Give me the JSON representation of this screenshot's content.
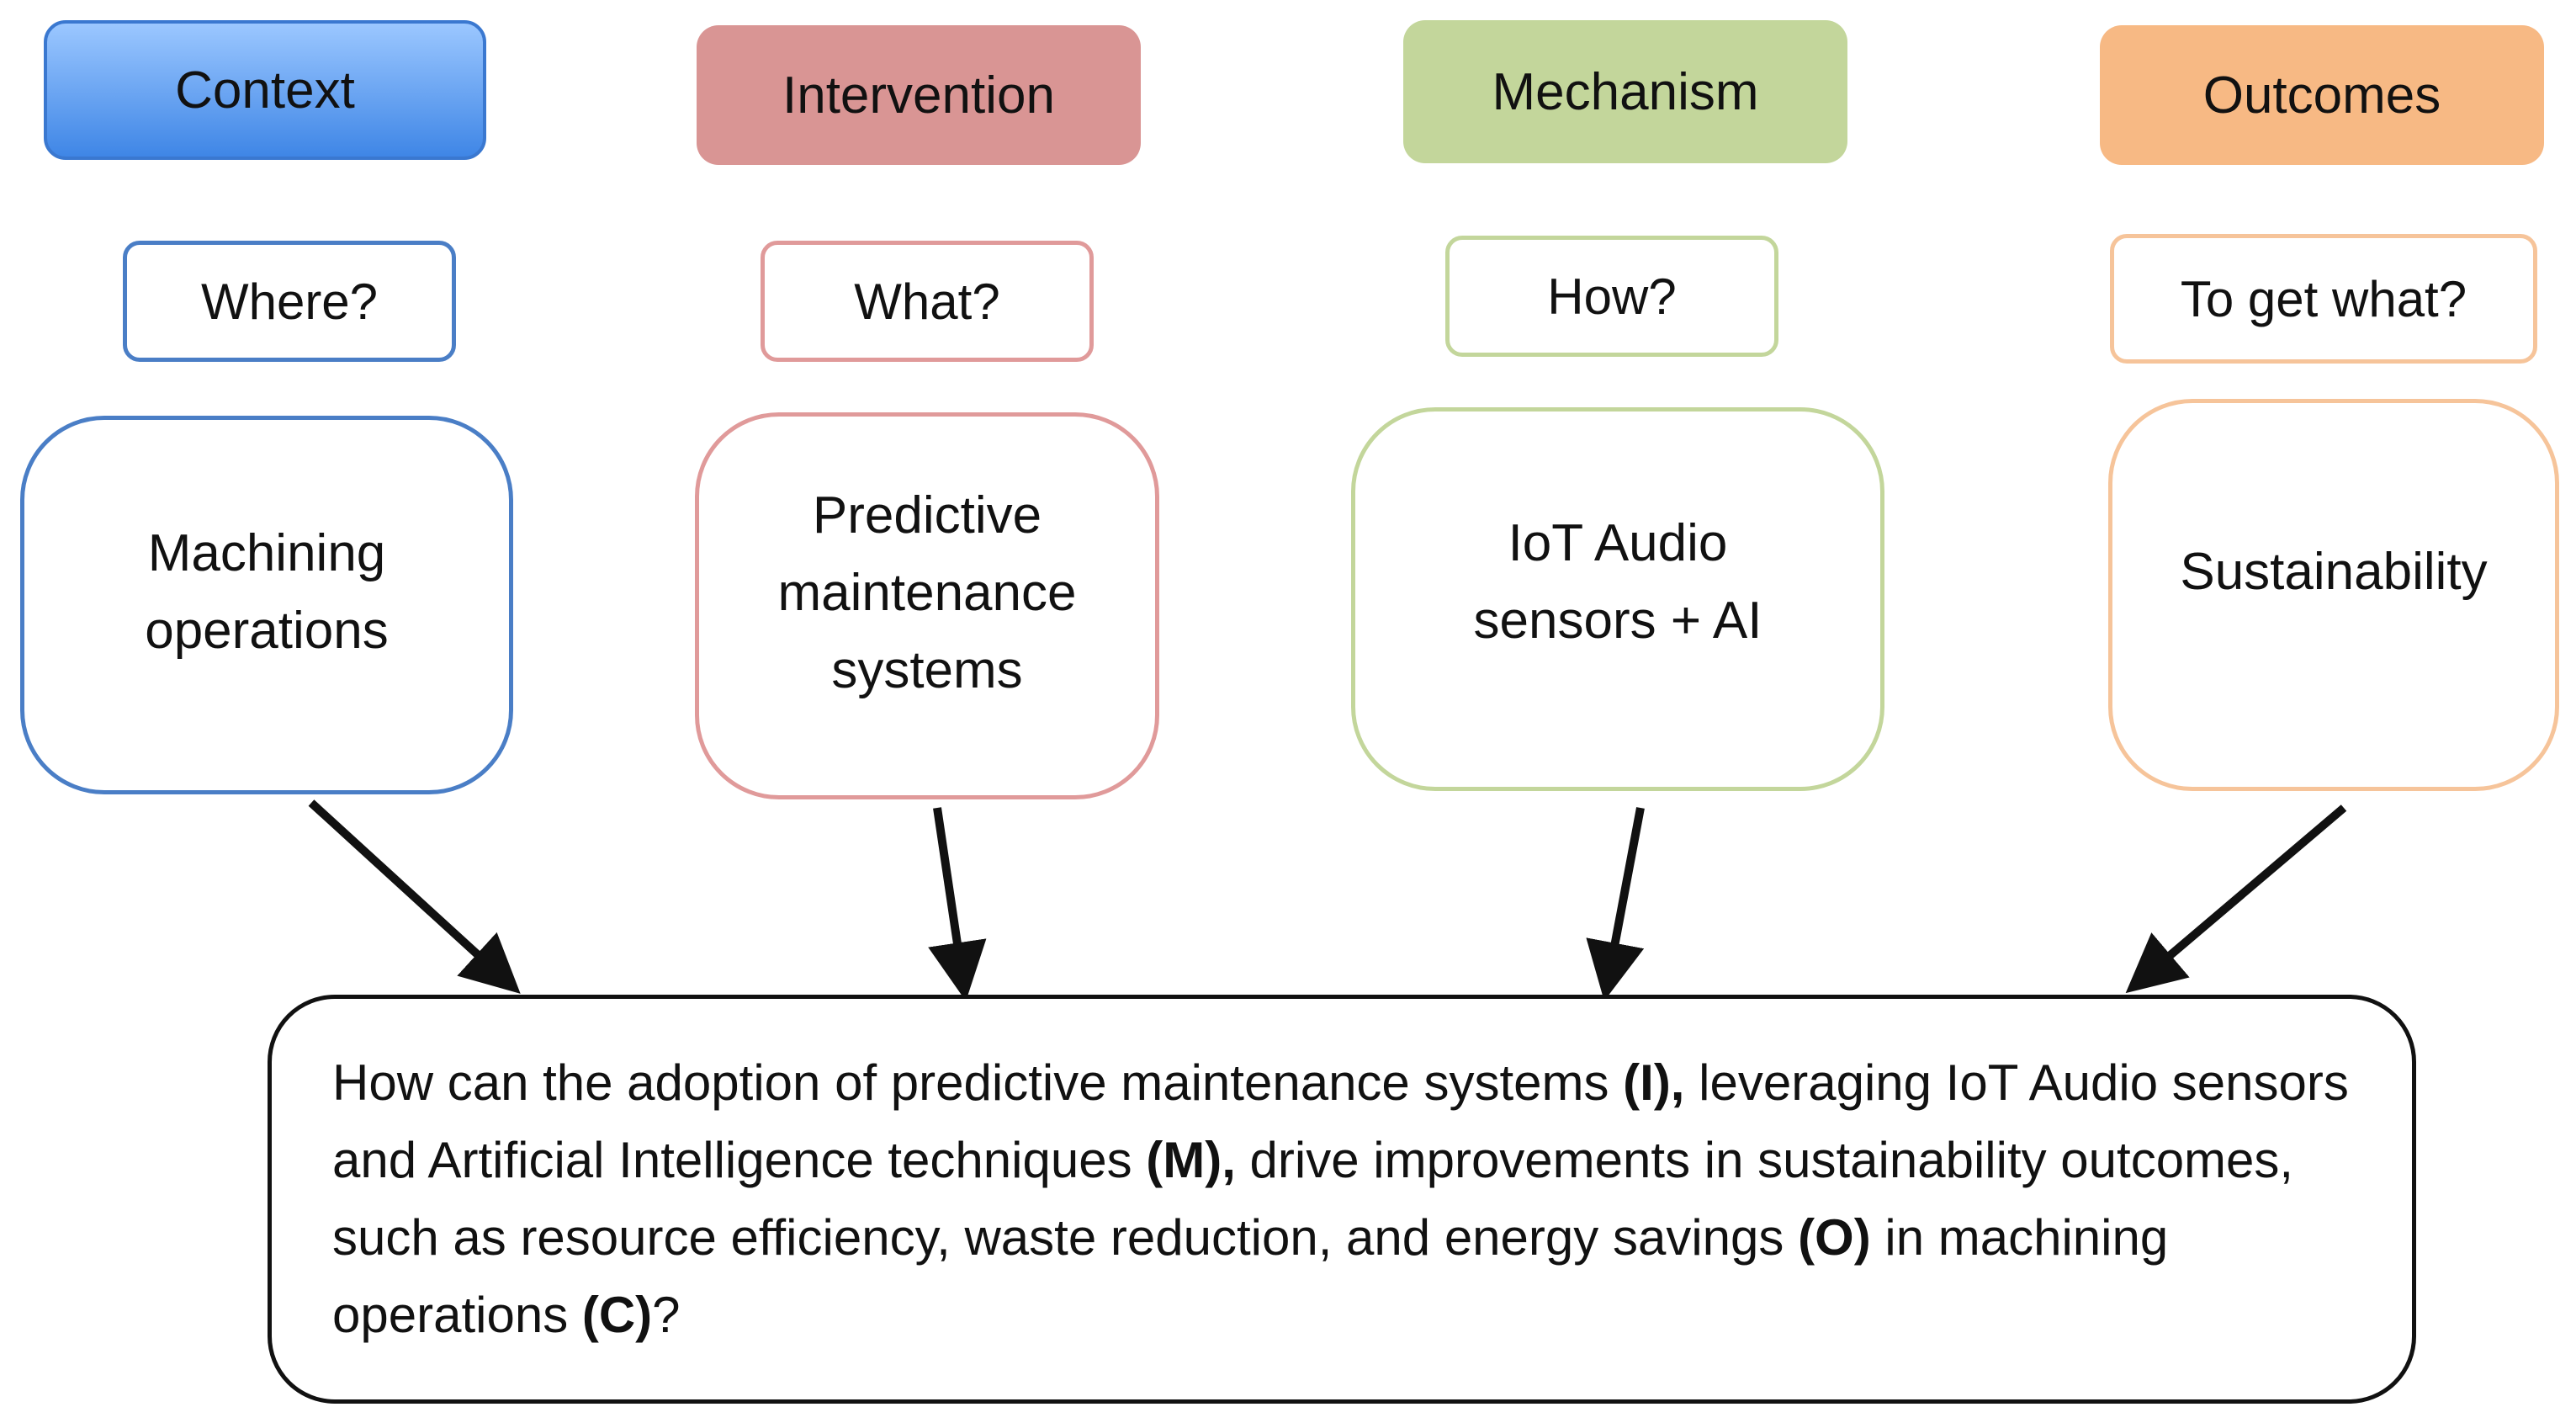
{
  "columns": [
    {
      "header": "Context",
      "question": "Where?",
      "detail": "Machining\noperations"
    },
    {
      "header": "Intervention",
      "question": "What?",
      "detail": "Predictive\nmaintenance\nsystems"
    },
    {
      "header": "Mechanism",
      "question": "How?",
      "detail": "IoT Audio\nsensors + AI"
    },
    {
      "header": "Outcomes",
      "question": "To get what?",
      "detail": "Sustainability"
    }
  ],
  "research_question": {
    "p1": "How can the adoption of predictive maintenance systems ",
    "tag_i": "(I),",
    "p2": " leveraging IoT Audio sensors and Artificial Intelligence techniques ",
    "tag_m": "(M),",
    "p3": " drive improvements in sustainability outcomes, such as resource efficiency, waste reduction, and energy savings ",
    "tag_o": "(O)",
    "p4": " in machining operations ",
    "tag_c": "(C)",
    "p5": "?"
  },
  "colors": {
    "context": "#4a7ec6",
    "intervention": "#d99594",
    "mechanism": "#c3d69b",
    "outcomes": "#f7b984",
    "arrow": "#111111"
  }
}
